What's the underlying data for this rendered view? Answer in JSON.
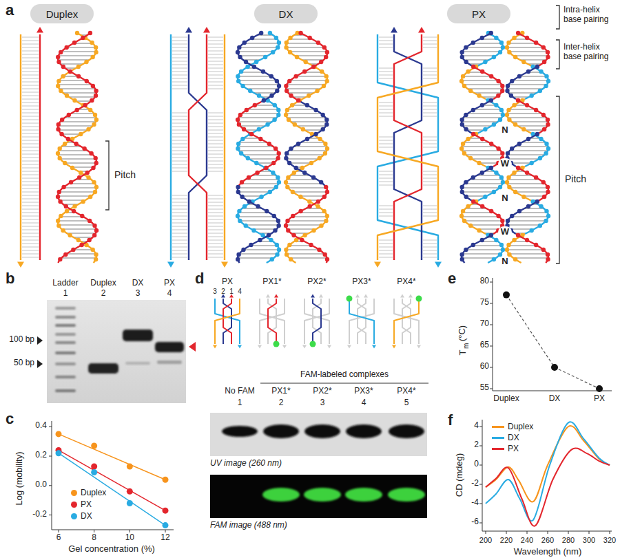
{
  "diagram": {
    "nodes": [
      {
        "text": [
          "Duplex"
        ]
      },
      {
        "text": [
          "DX"
        ]
      },
      {
        "text": [
          "PX"
        ]
      }
    ],
    "labels": [
      "a",
      "Pitch",
      "N",
      "W",
      "N",
      "W",
      "N",
      "Intra-helix base pairing",
      "Inter-helix base pairing",
      "Pitch",
      "b",
      "Ladder",
      "Duplex",
      "DX",
      "PX",
      "1",
      "2",
      "3",
      "4",
      "100 bp",
      "50 bp",
      "c",
      "0.4",
      "0.2",
      "0.0",
      "-0.2",
      "6",
      "8",
      "10",
      "12",
      "Log (mobility)",
      "Gel concentration (%)",
      "d",
      "PX",
      "PX1*",
      "PX2*",
      "PX3*",
      "PX4*",
      "3",
      "2",
      "1",
      "4",
      "FAM-labeled complexes",
      "No FAM",
      "PX1*",
      "PX2*",
      "PX3*",
      "PX4*",
      "1",
      "2",
      "3",
      "4",
      "5",
      "UV image (260 nm)",
      "FAM image (488 nm)",
      "e",
      "80",
      "75",
      "70",
      "65",
      "60",
      "55",
      "T",
      "m",
      "(°C)",
      "Duplex",
      "DX",
      "PX",
      "f",
      "4",
      "2",
      "0",
      "-2",
      "-4",
      "-6",
      "200",
      "220",
      "240",
      "260",
      "280",
      "300",
      "320",
      "CD (mdeg)",
      "Wavelength (nm)"
    ],
    "legend": [
      {
        "text": "Duplex",
        "color": "#f7941d"
      },
      {
        "text": "PX",
        "color": "#e3262d"
      },
      {
        "text": "DX",
        "color": "#29abe2"
      },
      {
        "text": "Duplex",
        "color": "#f7941d"
      },
      {
        "text": "DX",
        "color": "#29abe2"
      },
      {
        "text": "PX",
        "color": "#e3262d"
      }
    ]
  }
}
